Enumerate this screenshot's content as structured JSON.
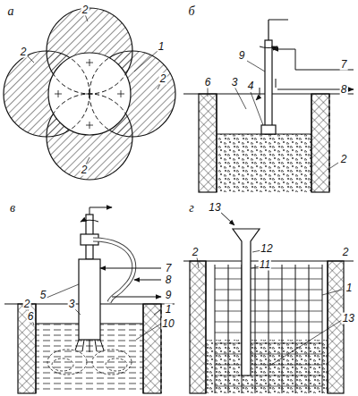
{
  "diagram": {
    "labels": [
      "а",
      "2",
      "1",
      "2",
      "2",
      "2",
      "б",
      "9",
      "7",
      "6",
      "3",
      "4",
      "8",
      "2",
      "в",
      "5",
      "3",
      "2",
      "6",
      "7",
      "8",
      "9",
      "1",
      "10",
      "г",
      "13",
      "12",
      "11",
      "2",
      "2",
      "1",
      "13"
    ]
  }
}
